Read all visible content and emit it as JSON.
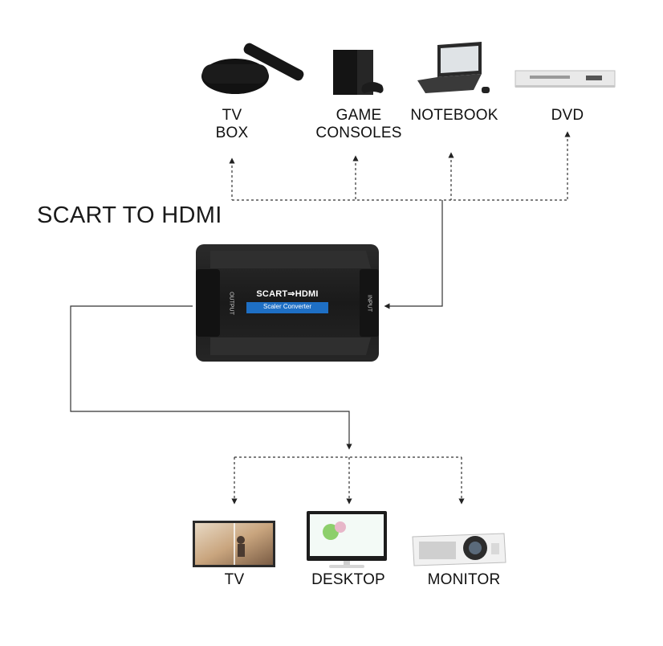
{
  "title": "SCART TO HDMI",
  "sources": [
    {
      "line1": "TV",
      "line2": "BOX",
      "icon": "tv-box-icon"
    },
    {
      "line1": "GAME",
      "line2": "CONSOLES",
      "icon": "game-console-icon"
    },
    {
      "line1": "NOTEBOOK",
      "line2": "",
      "icon": "notebook-icon"
    },
    {
      "line1": "DVD",
      "line2": "",
      "icon": "dvd-player-icon"
    }
  ],
  "device": {
    "brand_label": "SCART⇒HDMI",
    "sub_label": "Scaler Converter",
    "input_label": "INPUT",
    "output_label": "OUTPUT"
  },
  "outputs": [
    {
      "label": "TV",
      "icon": "tv-icon"
    },
    {
      "label": "DESKTOP",
      "icon": "desktop-monitor-icon"
    },
    {
      "label": "MONITOR",
      "icon": "projector-icon"
    }
  ],
  "colors": {
    "line": "#333333",
    "device_body": "#1f1f1f",
    "device_band": "#1e6fc4"
  }
}
